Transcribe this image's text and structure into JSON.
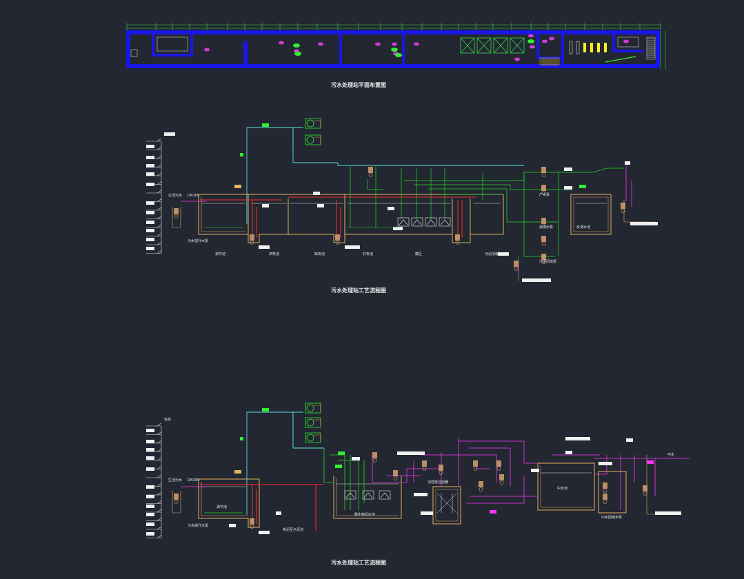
{
  "drawing": {
    "background": "#222731",
    "colors": {
      "wall": "#1a16e6",
      "tank": "#e8b060",
      "dim": "#33dd44",
      "air": "#5fe0e0",
      "pipe": "#22dd22",
      "sludge": "#ff2b2b",
      "water": "#ff33ff",
      "equip": "#d8a070",
      "text": "#e8e8e8"
    }
  },
  "plan": {
    "title": "污水处理站平面布置图"
  },
  "flow1": {
    "title": "污水处理站工艺流程图",
    "labels": {
      "inlet": "生活污水",
      "inlet_code": "DN300",
      "grid": "污水提升水泵",
      "tank1": "调节池",
      "tank2": "厌氧池",
      "tank3": "缺氧池",
      "tank4": "好氧池",
      "tank5": "膜区",
      "tank6": "污泥浓缩池",
      "pump_a": "产水泵",
      "pump_b": "反洗水泵",
      "pump_c": "污泥回流泵",
      "clear": "反洗水池"
    }
  },
  "flow2": {
    "title": "污水处理站工艺流程图",
    "labels": {
      "scale": "标高",
      "inlet": "生活污水",
      "inlet_code": "DN300",
      "grid": "污水提升水泵",
      "tank1": "调节池",
      "bio": "膜生物反应池",
      "filter": "活性炭过滤器",
      "clear": "中水池",
      "pump_a": "中水",
      "reuse": "中水回用水泵",
      "note": "排泥至污泥池"
    }
  }
}
